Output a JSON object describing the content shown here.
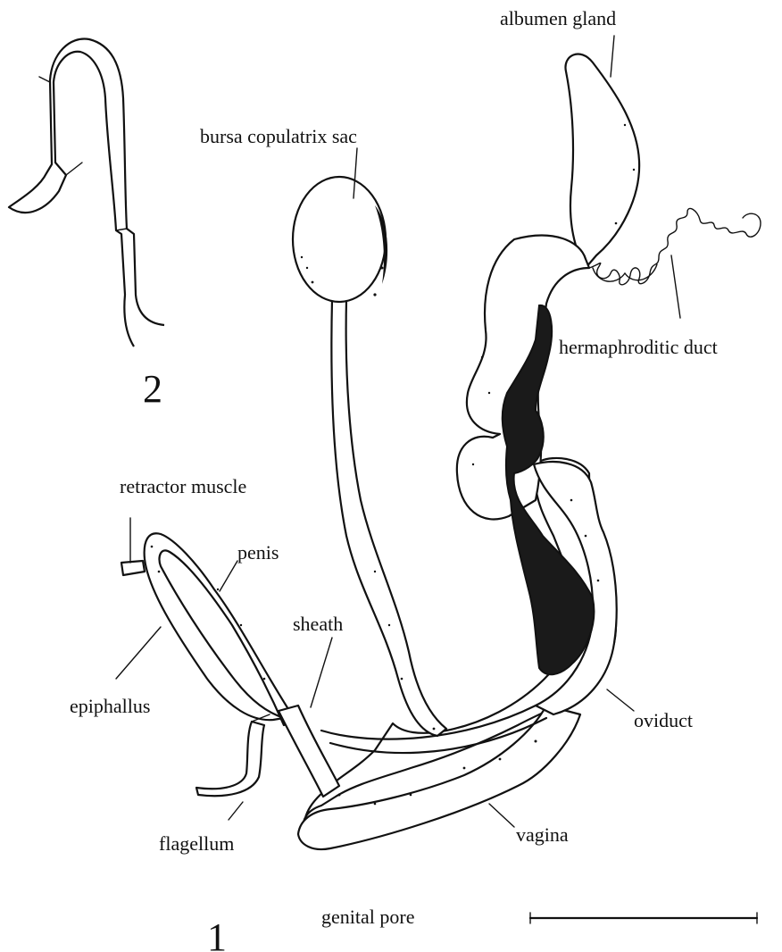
{
  "labels": {
    "albumen_gland": "albumen gland",
    "bursa_copulatrix_sac": "bursa copulatrix sac",
    "hermaphroditic_duct": "hermaphroditic duct",
    "retractor_muscle": "retractor muscle",
    "penis": "penis",
    "sheath": "sheath",
    "epiphallus": "epiphallus",
    "oviduct": "oviduct",
    "flagellum": "flagellum",
    "vagina": "vagina",
    "genital_pore": "genital pore"
  },
  "figure_numbers": {
    "fig1": "1",
    "fig2": "2"
  },
  "style": {
    "ink_color": "#111111",
    "background": "#ffffff"
  }
}
